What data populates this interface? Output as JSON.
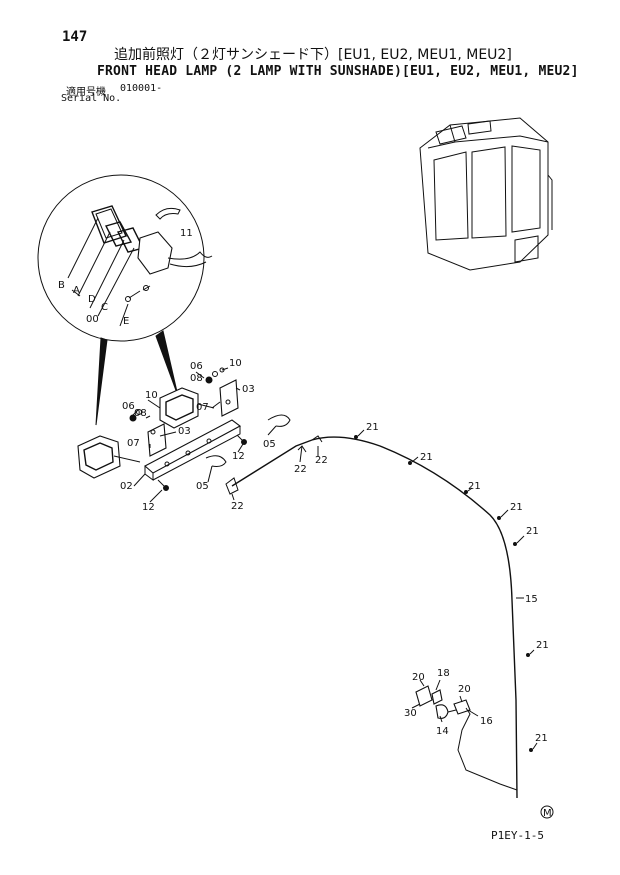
{
  "page_number": "147",
  "title_jp": "追加前照灯（２灯サンシェード下）[EU1, EU2, MEU1, MEU2]",
  "title_en": "FRONT HEAD LAMP (2 LAMP WITH SUNSHADE)[EU1, EU2, MEU1, MEU2]",
  "serial": {
    "label_jp": "適用号機",
    "value": "010001-",
    "label_en": "Serial No."
  },
  "figure_code": "P1EY-1-5",
  "mark_symbol": "M",
  "callouts": {
    "detail": {
      "c11": "11",
      "cB": "B",
      "cA": "A",
      "cD": "D",
      "cC": "C",
      "c00": "00",
      "cE": "E"
    },
    "right_lamp": {
      "c06": "06",
      "c08": "08",
      "c10": "10",
      "c03": "03",
      "c07": "07",
      "c05": "05",
      "c12": "12"
    },
    "left_lamp": {
      "c10": "10",
      "c06": "06",
      "c08": "08",
      "c03": "03",
      "c07": "07",
      "c02": "02",
      "c05": "05",
      "c12": "12"
    },
    "harness": {
      "c22a": "22",
      "c22b": "22",
      "c22c": "22",
      "c15": "15",
      "c21a": "21",
      "c21b": "21",
      "c21c": "21",
      "c21d": "21",
      "c21e": "21",
      "c21f": "21",
      "c21g": "21"
    },
    "connector": {
      "c20a": "20",
      "c18": "18",
      "c20b": "20",
      "c30": "30",
      "c14": "14",
      "c16": "16"
    }
  }
}
